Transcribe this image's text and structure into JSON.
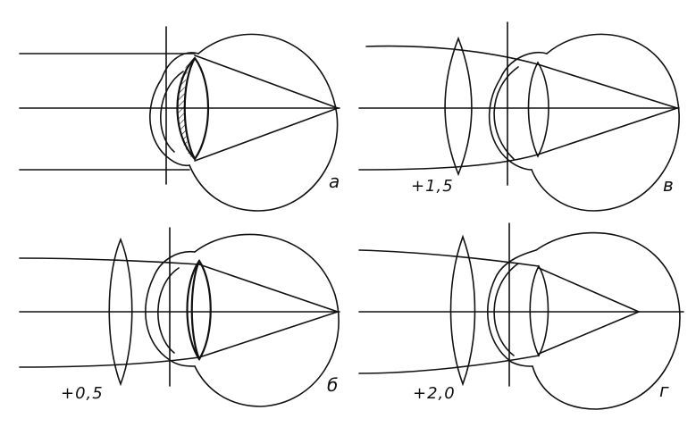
{
  "panels": [
    {
      "id": "a",
      "label": "а",
      "lens_power": ""
    },
    {
      "id": "b",
      "label": "б",
      "lens_power": "+0,5"
    },
    {
      "id": "v",
      "label": "в",
      "lens_power": "+1,5"
    },
    {
      "id": "g",
      "label": "г",
      "lens_power": "+2,0"
    }
  ],
  "colors": {
    "ink": "#111111",
    "background": "#ffffff"
  }
}
